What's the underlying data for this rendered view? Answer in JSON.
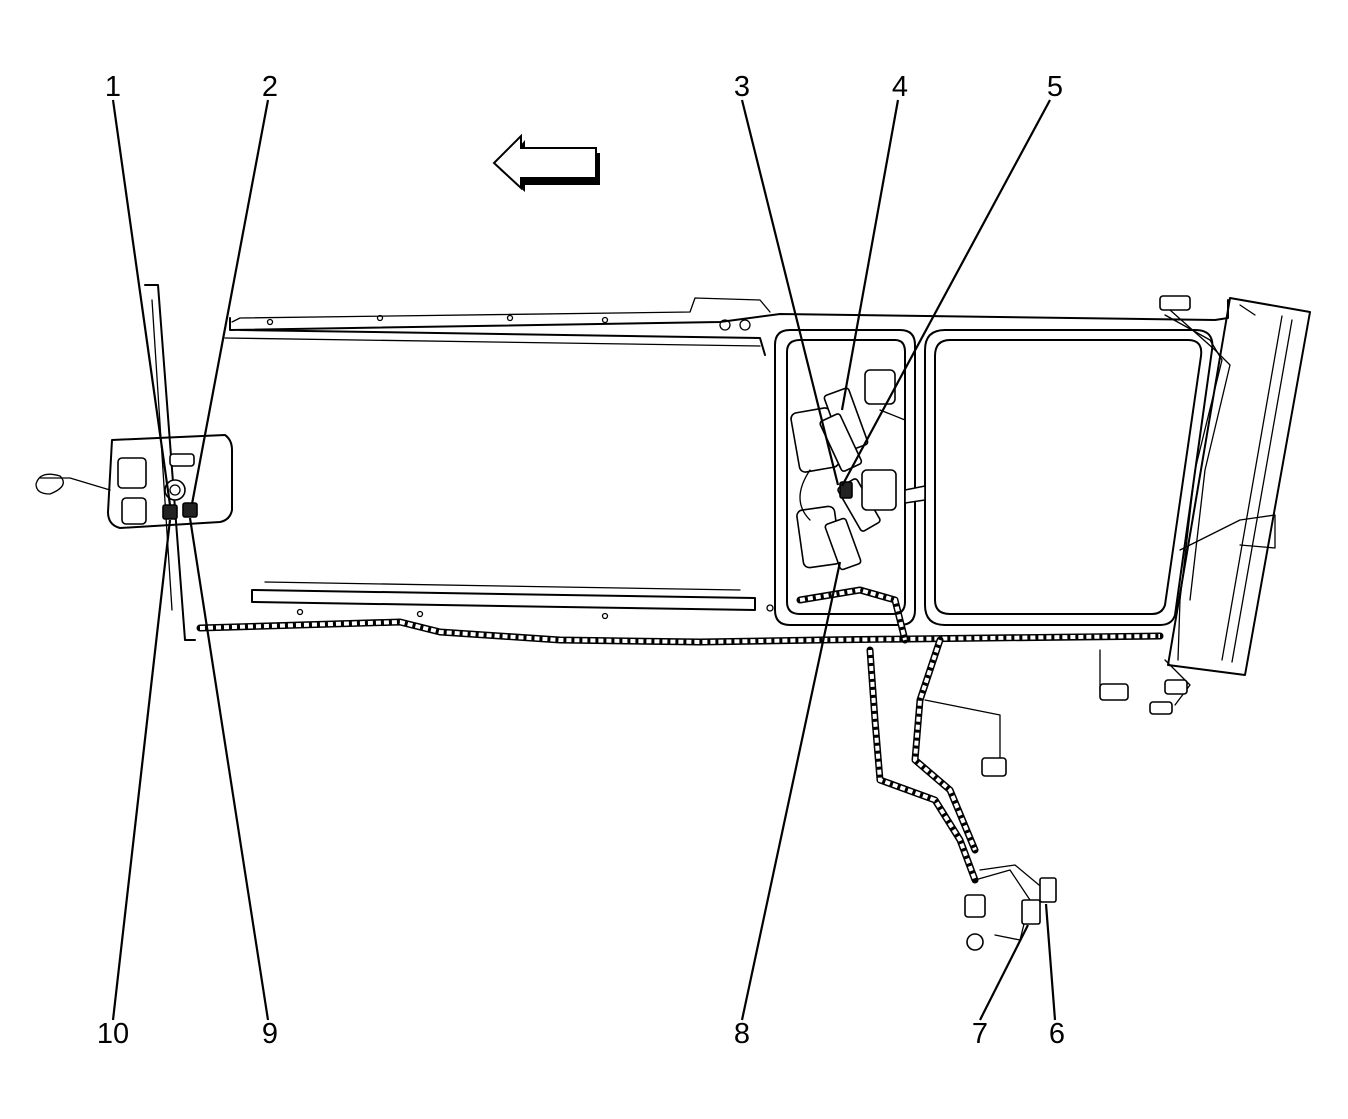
{
  "diagram": {
    "callouts": [
      {
        "id": "1",
        "label": "1"
      },
      {
        "id": "2",
        "label": "2"
      },
      {
        "id": "3",
        "label": "3"
      },
      {
        "id": "4",
        "label": "4"
      },
      {
        "id": "5",
        "label": "5"
      },
      {
        "id": "6",
        "label": "6"
      },
      {
        "id": "7",
        "label": "7"
      },
      {
        "id": "8",
        "label": "8"
      },
      {
        "id": "9",
        "label": "9"
      },
      {
        "id": "10",
        "label": "10"
      }
    ],
    "direction_arrow": "arrow-left-icon",
    "colors": {
      "ink": "#000000",
      "paper": "#ffffff"
    }
  }
}
